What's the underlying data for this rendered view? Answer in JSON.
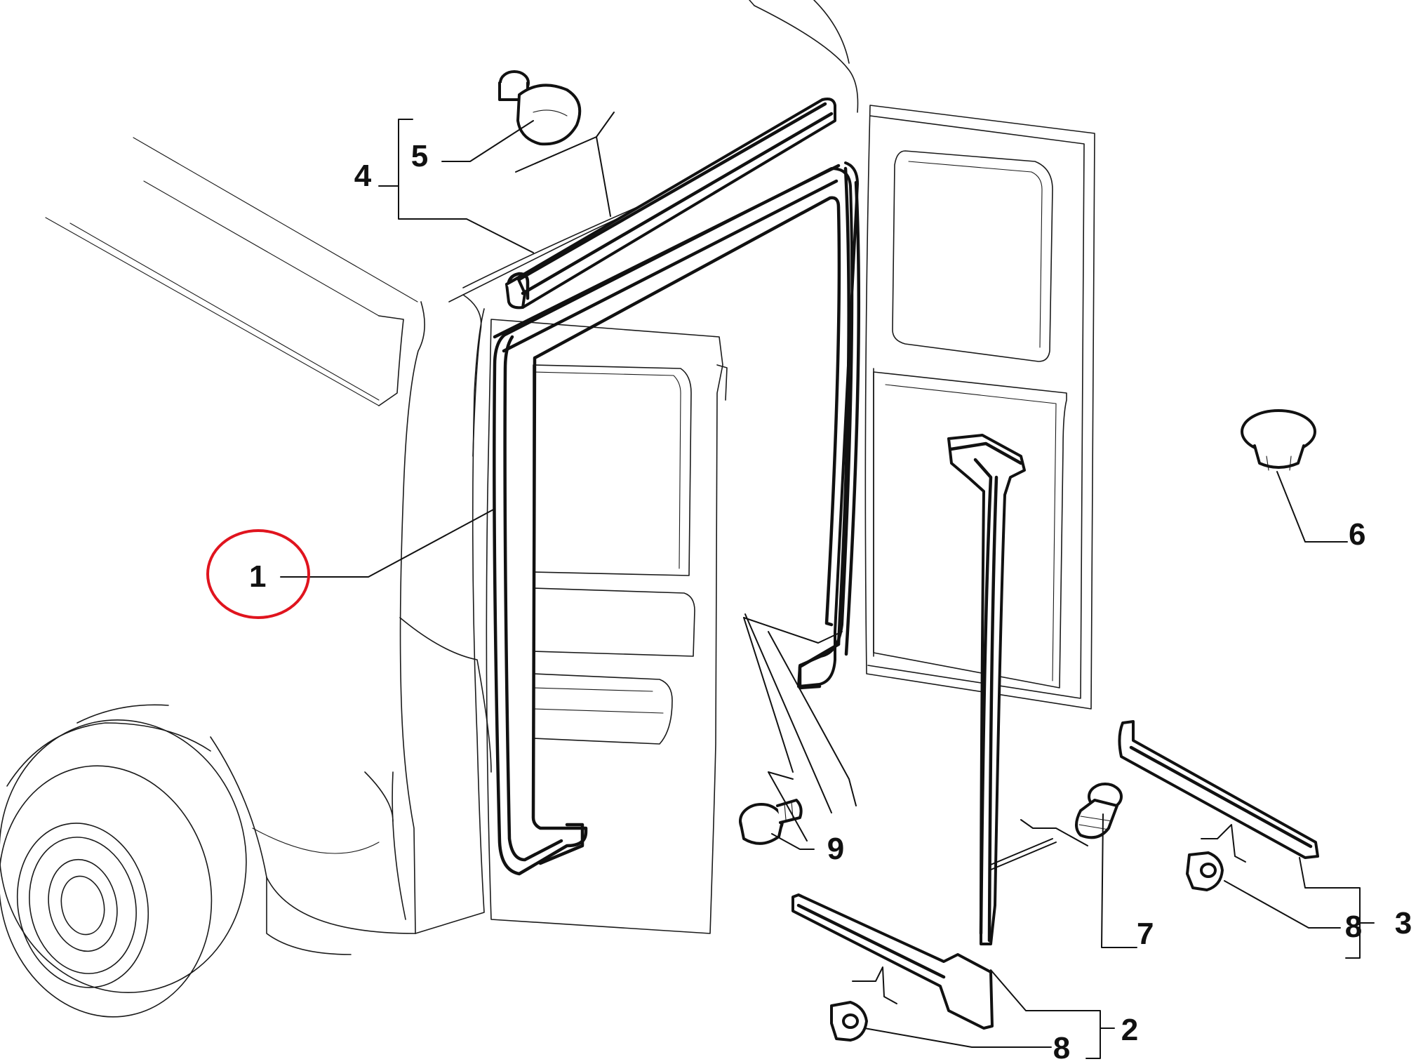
{
  "diagram": {
    "highlight_color": "#e0141e",
    "highlighted_callout": "1",
    "callouts": [
      {
        "id": "c1",
        "label": "1"
      },
      {
        "id": "c2",
        "label": "2"
      },
      {
        "id": "c3",
        "label": "3"
      },
      {
        "id": "c4",
        "label": "4"
      },
      {
        "id": "c5",
        "label": "5"
      },
      {
        "id": "c6",
        "label": "6"
      },
      {
        "id": "c7",
        "label": "7"
      },
      {
        "id": "c8a",
        "label": "8"
      },
      {
        "id": "c8b",
        "label": "8"
      },
      {
        "id": "c9",
        "label": "9"
      }
    ]
  }
}
